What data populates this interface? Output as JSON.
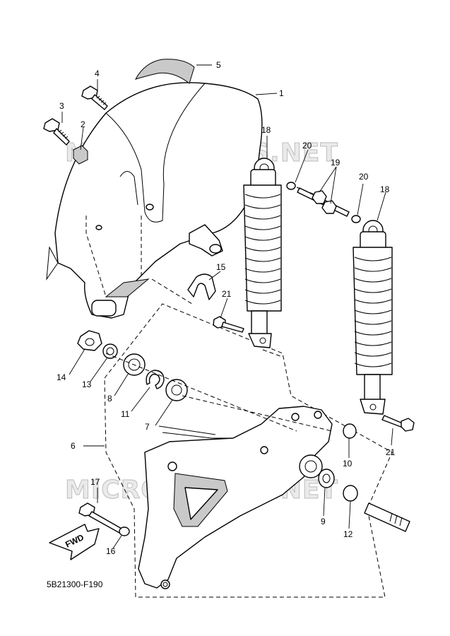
{
  "diagram": {
    "code": "5B21300-F190",
    "watermark": "MICROFICHES.NET",
    "fwd_label": "FWD",
    "callouts": [
      "1",
      "2",
      "3",
      "4",
      "5",
      "6",
      "7",
      "8",
      "9",
      "10",
      "11",
      "12",
      "13",
      "14",
      "15",
      "16",
      "17",
      "18",
      "18",
      "19",
      "20",
      "20",
      "21",
      "21"
    ]
  }
}
